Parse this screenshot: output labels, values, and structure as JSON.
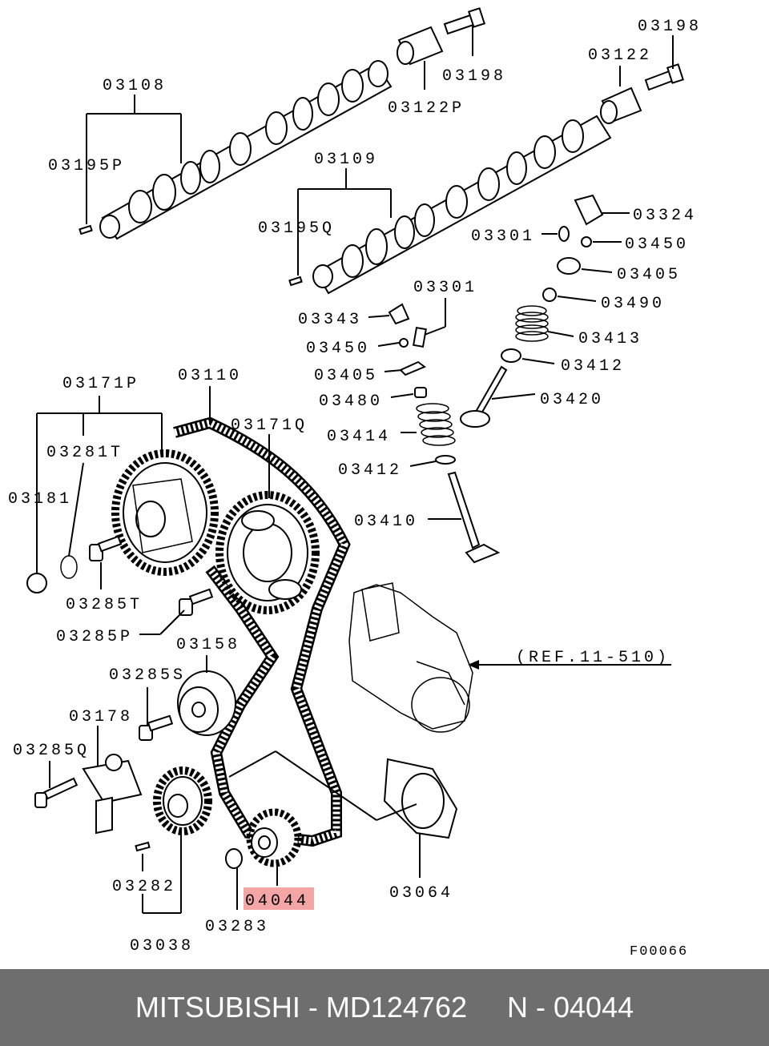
{
  "labels": {
    "l03108": "03108",
    "l03195P": "03195P",
    "l03198a": "03198",
    "l03122P": "03122P",
    "l03198b": "03198",
    "l03122": "03122",
    "l03109": "03109",
    "l03195Q": "03195Q",
    "l03324": "03324",
    "l03301a": "03301",
    "l03450a": "03450",
    "l03405a": "03405",
    "l03490": "03490",
    "l03413": "03413",
    "l03301b": "03301",
    "l03343": "03343",
    "l03450b": "03450",
    "l03412a": "03412",
    "l03405b": "03405",
    "l03420": "03420",
    "l03480": "03480",
    "l03171P": "03171P",
    "l03110": "03110",
    "l03171Q": "03171Q",
    "l03414": "03414",
    "l03281T": "03281T",
    "l03412b": "03412",
    "l03181": "03181",
    "l03410": "03410",
    "l03285T": "03285T",
    "l03285P": "03285P",
    "l03158": "03158",
    "lREF": "(REF.11-510)",
    "l03285S": "03285S",
    "l03178": "03178",
    "l03285Q": "03285Q",
    "l03282": "03282",
    "l04044": "04044",
    "l03064": "03064",
    "l03283": "03283",
    "l03038": "03038",
    "lF00066": "F00066"
  },
  "highlight": {
    "part": "04044",
    "color": "#f4a6a6"
  },
  "footer": {
    "text": "MITSUBISHI - MD124762     N - 04044",
    "background": "#6e6e6e"
  }
}
